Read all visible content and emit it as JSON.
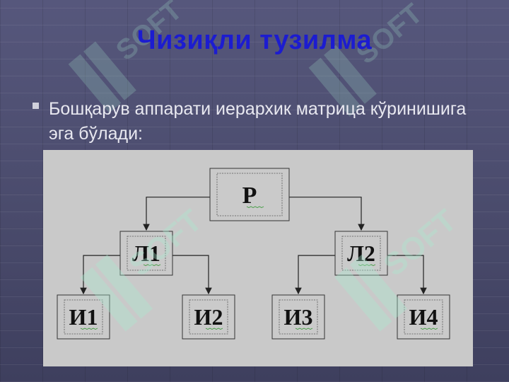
{
  "slide": {
    "title": "Чизиқли тузилма",
    "bullet": "Бошқарув аппарати иерархик матрица кўринишига эга бўлади:"
  },
  "diagram": {
    "nodes": [
      {
        "id": "p",
        "label": "Р"
      },
      {
        "id": "l1",
        "label": "Л1"
      },
      {
        "id": "l2",
        "label": "Л2"
      },
      {
        "id": "i1",
        "label": "И1"
      },
      {
        "id": "i2",
        "label": "И2"
      },
      {
        "id": "i3",
        "label": "И3"
      },
      {
        "id": "i4",
        "label": "И4"
      }
    ],
    "edges": [
      [
        "p",
        "l1"
      ],
      [
        "p",
        "l2"
      ],
      [
        "l1",
        "i1"
      ],
      [
        "l1",
        "i2"
      ],
      [
        "l2",
        "i3"
      ],
      [
        "l2",
        "i4"
      ]
    ]
  },
  "watermark": {
    "text": "SOFT",
    "color": "#a9ecd0"
  },
  "colors": {
    "title": "#1c1cd0",
    "text": "#e8e8f0",
    "diagram_bg": "#c9c9c9"
  }
}
